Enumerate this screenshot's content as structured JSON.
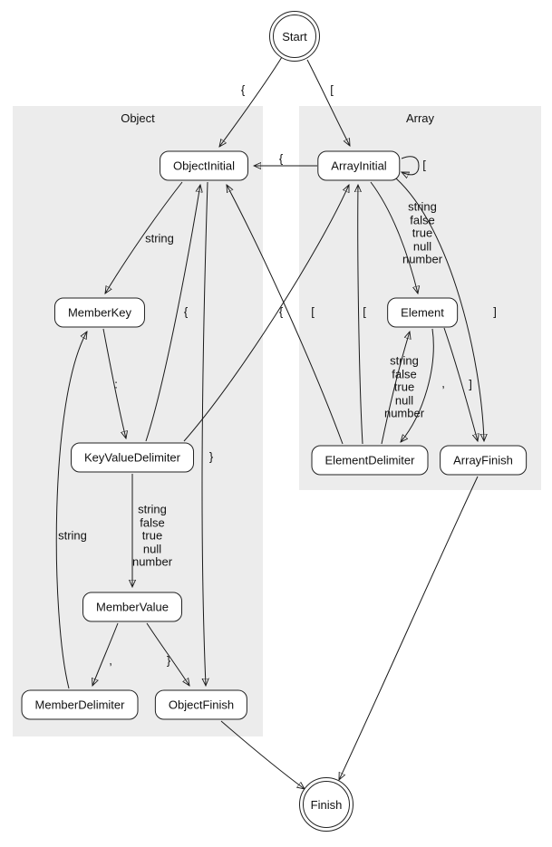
{
  "diagram": {
    "type": "state-machine",
    "description": "JSON parsing state diagram with Object and Array clusters"
  },
  "clusters": {
    "object": {
      "label": "Object"
    },
    "array": {
      "label": "Array"
    }
  },
  "nodes": {
    "start": {
      "label": "Start",
      "shape": "doublecircle"
    },
    "objectInitial": {
      "label": "ObjectInitial",
      "shape": "box"
    },
    "arrayInitial": {
      "label": "ArrayInitial",
      "shape": "box"
    },
    "memberKey": {
      "label": "MemberKey",
      "shape": "box"
    },
    "element": {
      "label": "Element",
      "shape": "box"
    },
    "keyValueDelimiter": {
      "label": "KeyValueDelimiter",
      "shape": "box"
    },
    "elementDelimiter": {
      "label": "ElementDelimiter",
      "shape": "box"
    },
    "arrayFinish": {
      "label": "ArrayFinish",
      "shape": "box"
    },
    "memberValue": {
      "label": "MemberValue",
      "shape": "box"
    },
    "memberDelimiter": {
      "label": "MemberDelimiter",
      "shape": "box"
    },
    "objectFinish": {
      "label": "ObjectFinish",
      "shape": "box"
    },
    "finish": {
      "label": "Finish",
      "shape": "doublecircle"
    }
  },
  "edges": [
    {
      "from": "Start",
      "to": "ObjectInitial",
      "label": "{"
    },
    {
      "from": "Start",
      "to": "ArrayInitial",
      "label": "["
    },
    {
      "from": "ArrayInitial",
      "to": "ObjectInitial",
      "label": "{"
    },
    {
      "from": "ArrayInitial",
      "to": "ArrayInitial",
      "label": "["
    },
    {
      "from": "ObjectInitial",
      "to": "MemberKey",
      "label": "string"
    },
    {
      "from": "ArrayInitial",
      "to": "Element",
      "label": "string\nfalse\ntrue\nnull\nnumber"
    },
    {
      "from": "MemberKey",
      "to": "KeyValueDelimiter",
      "label": ":"
    },
    {
      "from": "KeyValueDelimiter",
      "to": "ObjectInitial",
      "label": "{"
    },
    {
      "from": "KeyValueDelimiter",
      "to": "ArrayInitial",
      "label": "["
    },
    {
      "from": "KeyValueDelimiter",
      "to": "MemberValue",
      "label": "string\nfalse\ntrue\nnull\nnumber"
    },
    {
      "from": "ElementDelimiter",
      "to": "ObjectInitial",
      "label": "{"
    },
    {
      "from": "ElementDelimiter",
      "to": "ArrayInitial",
      "label": "["
    },
    {
      "from": "ElementDelimiter",
      "to": "Element",
      "label": "string\nfalse\ntrue\nnull\nnumber"
    },
    {
      "from": "Element",
      "to": "ElementDelimiter",
      "label": ","
    },
    {
      "from": "Element",
      "to": "ArrayFinish",
      "label": "]"
    },
    {
      "from": "ArrayInitial",
      "to": "ArrayFinish",
      "label": "]"
    },
    {
      "from": "ObjectInitial",
      "to": "ObjectFinish",
      "label": "}"
    },
    {
      "from": "MemberValue",
      "to": "MemberDelimiter",
      "label": ","
    },
    {
      "from": "MemberValue",
      "to": "ObjectFinish",
      "label": "}"
    },
    {
      "from": "MemberDelimiter",
      "to": "MemberKey",
      "label": "string"
    },
    {
      "from": "ObjectFinish",
      "to": "Finish",
      "label": ""
    },
    {
      "from": "ArrayFinish",
      "to": "Finish",
      "label": ""
    }
  ]
}
